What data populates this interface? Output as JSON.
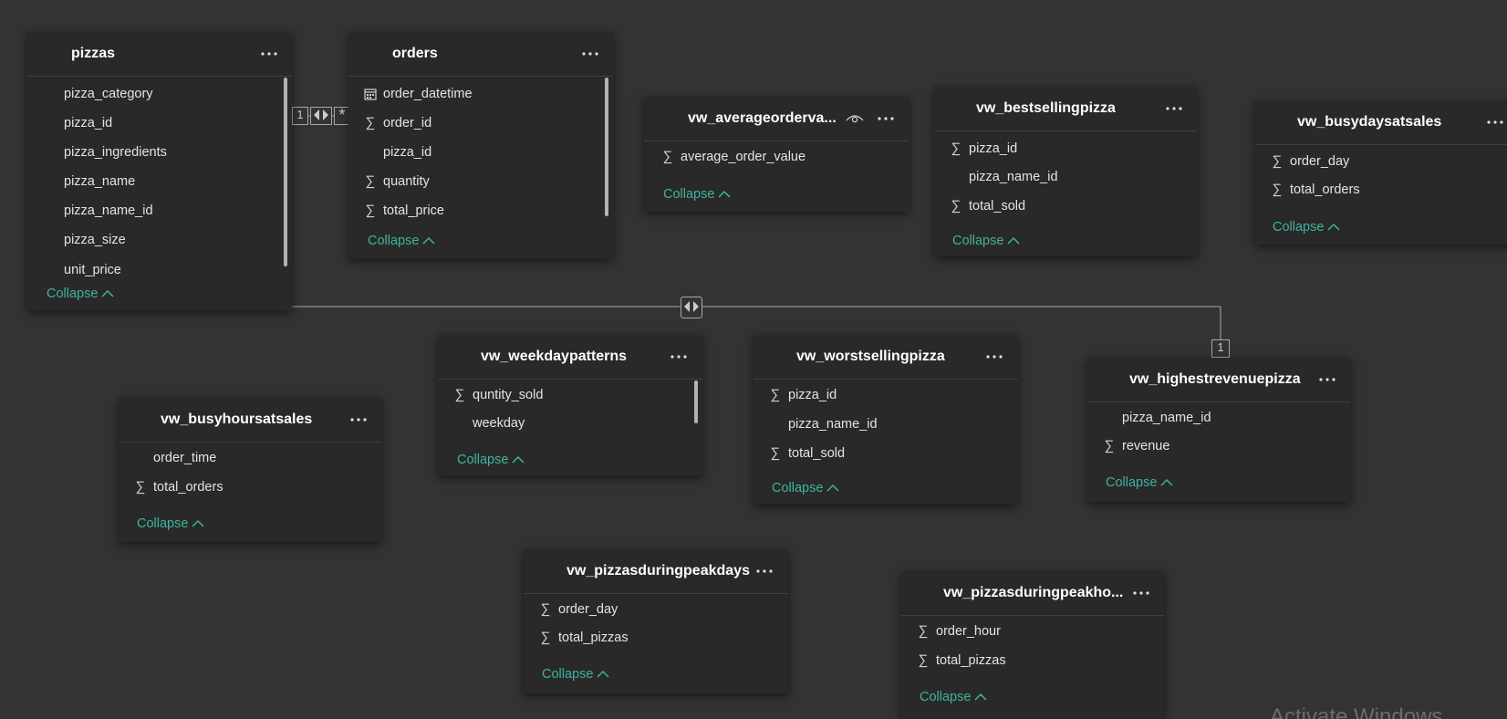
{
  "theme": {
    "canvas_bg": "#333333",
    "card_bg": "#292929",
    "accent": "#3fb39c",
    "line": "#a8a8a8"
  },
  "icons": {
    "sum": "sigma-icon",
    "calendar": "calendar-icon",
    "more": "more-options-icon",
    "visibility": "eye-icon",
    "chevron": "chevron-up-icon",
    "relation": "bidirectional-filter-icon"
  },
  "collapse_label": "Collapse",
  "relationships": {
    "one": "1",
    "many": "*"
  },
  "tables": {
    "pizzas": {
      "title": "pizzas",
      "fields": [
        {
          "name": "pizza_category",
          "icon": ""
        },
        {
          "name": "pizza_id",
          "icon": ""
        },
        {
          "name": "pizza_ingredients",
          "icon": ""
        },
        {
          "name": "pizza_name",
          "icon": ""
        },
        {
          "name": "pizza_name_id",
          "icon": ""
        },
        {
          "name": "pizza_size",
          "icon": ""
        },
        {
          "name": "unit_price",
          "icon": ""
        }
      ]
    },
    "orders": {
      "title": "orders",
      "fields": [
        {
          "name": "order_datetime",
          "icon": "calendar"
        },
        {
          "name": "order_id",
          "icon": "∑"
        },
        {
          "name": "pizza_id",
          "icon": ""
        },
        {
          "name": "quantity",
          "icon": "∑"
        },
        {
          "name": "total_price",
          "icon": "∑"
        }
      ]
    },
    "avg": {
      "title": "vw_averageorderva...",
      "fields": [
        {
          "name": "average_order_value",
          "icon": "∑"
        }
      ]
    },
    "best": {
      "title": "vw_bestsellingpizza",
      "fields": [
        {
          "name": "pizza_id",
          "icon": "∑"
        },
        {
          "name": "pizza_name_id",
          "icon": ""
        },
        {
          "name": "total_sold",
          "icon": "∑"
        }
      ]
    },
    "busydays": {
      "title": "vw_busydaysatsales",
      "fields": [
        {
          "name": "order_day",
          "icon": "∑"
        },
        {
          "name": "total_orders",
          "icon": "∑"
        }
      ]
    },
    "weekday": {
      "title": "vw_weekdaypatterns",
      "fields": [
        {
          "name": "quntity_sold",
          "icon": "∑"
        },
        {
          "name": "weekday",
          "icon": ""
        }
      ]
    },
    "worst": {
      "title": "vw_worstsellingpizza",
      "fields": [
        {
          "name": "pizza_id",
          "icon": "∑"
        },
        {
          "name": "pizza_name_id",
          "icon": ""
        },
        {
          "name": "total_sold",
          "icon": "∑"
        }
      ]
    },
    "highest": {
      "title": "vw_highestrevenuepizza",
      "fields": [
        {
          "name": "pizza_name_id",
          "icon": ""
        },
        {
          "name": "revenue",
          "icon": "∑"
        }
      ]
    },
    "busyhours": {
      "title": "vw_busyhoursatsales",
      "fields": [
        {
          "name": "order_time",
          "icon": ""
        },
        {
          "name": "total_orders",
          "icon": "∑"
        }
      ]
    },
    "peakdays": {
      "title": "vw_pizzasduringpeakdays",
      "fields": [
        {
          "name": "order_day",
          "icon": "∑"
        },
        {
          "name": "total_pizzas",
          "icon": "∑"
        }
      ]
    },
    "peakhours": {
      "title": "vw_pizzasduringpeakho...",
      "fields": [
        {
          "name": "order_hour",
          "icon": "∑"
        },
        {
          "name": "total_pizzas",
          "icon": "∑"
        }
      ]
    }
  },
  "watermark": "Activate Windows"
}
